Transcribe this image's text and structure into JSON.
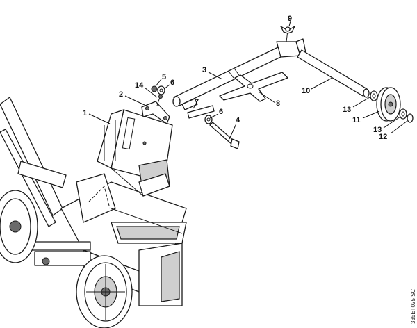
{
  "callouts": {
    "c1": "1",
    "c2": "2",
    "c3": "3",
    "c4": "4",
    "c5": "5",
    "c6a": "6",
    "c6b": "6",
    "c7": "7",
    "c8": "8",
    "c9": "9",
    "c10": "10",
    "c11": "11",
    "c12": "12",
    "c13a": "13",
    "c13b": "13",
    "c14": "14"
  },
  "drawing_code": "335ET025 SC"
}
